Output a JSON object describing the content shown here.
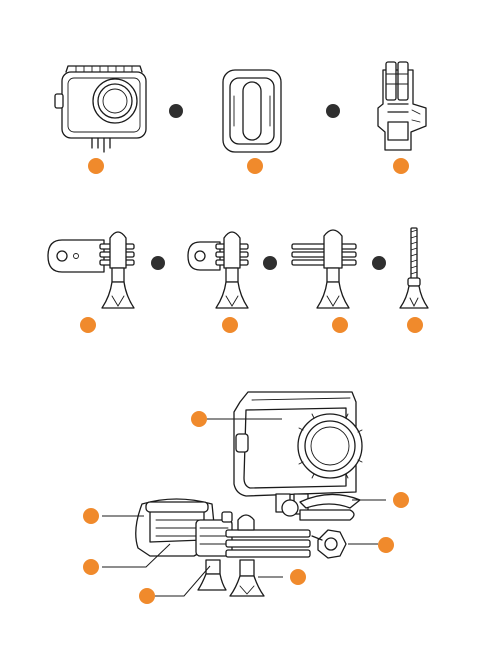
{
  "colors": {
    "marker": "#f08a2c",
    "separator": "#2f2f2f",
    "line": "#1b1b1b",
    "background": "#ffffff"
  },
  "diagram": {
    "row1_items": [
      "waterproof-case",
      "adhesive-mount",
      "quick-release-buckle"
    ],
    "row2_items": [
      "long-extension-arm",
      "short-extension-arm",
      "double-extension-arm",
      "thumb-screw"
    ],
    "assembly_callouts": [
      "case",
      "extension-arm",
      "thumb-screw",
      "handlebar-clamp",
      "clamp-adapter",
      "base-joint"
    ]
  }
}
